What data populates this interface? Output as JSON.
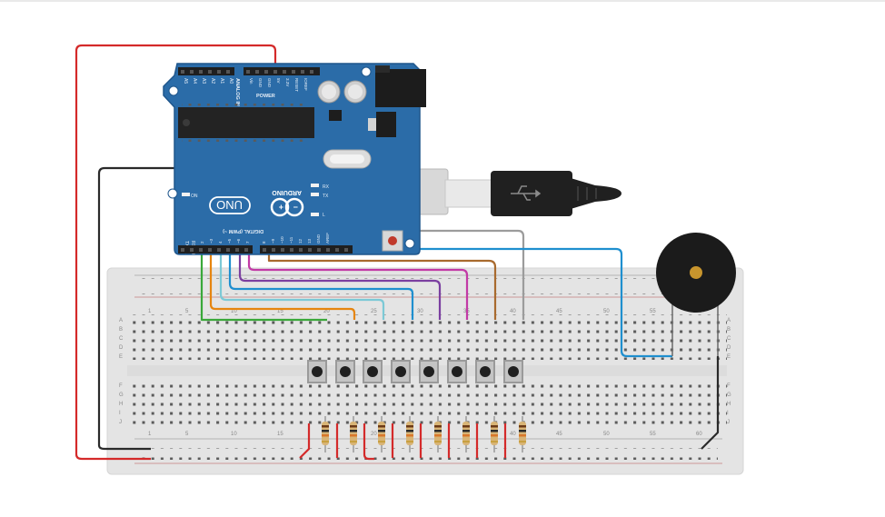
{
  "arduino": {
    "brand": "ARDUINO",
    "model": "UNO",
    "logo_text": "UNO",
    "analog_label": "ANALOG IN",
    "power_label": "POWER",
    "digital_label": "DIGITAL (PWM ~)",
    "analog_pins": [
      "A5",
      "A4",
      "A3",
      "A2",
      "A1",
      "A0"
    ],
    "power_pins": [
      "Vin",
      "GND",
      "GND",
      "5V",
      "3.3V",
      "RESET",
      "IOREF"
    ],
    "led_labels": [
      "RX",
      "TX",
      "L"
    ],
    "on_label": "ON",
    "tx_label": "TX ▸ 1",
    "rx_label": "RX ◂ 0",
    "digital_pins_low": [
      "7",
      "~6",
      "~5",
      "4",
      "~3",
      "2"
    ],
    "digital_pins_high": [
      "8",
      "~9",
      "~10",
      "~11",
      "12",
      "13",
      "GND",
      "AREF"
    ],
    "colors": {
      "board": "#2b6ca8",
      "board_edge": "#1f568c"
    }
  },
  "breadboard": {
    "column_numbers": [
      "1",
      "5",
      "10",
      "15",
      "20",
      "25",
      "30",
      "35",
      "40",
      "45",
      "50",
      "55",
      "60"
    ],
    "row_letters_top": [
      "A",
      "B",
      "C",
      "D",
      "E"
    ],
    "row_letters_bottom": [
      "F",
      "G",
      "H",
      "I",
      "J"
    ],
    "colors": {
      "body": "#e4e4e4",
      "hole": "#5a5a5a"
    }
  },
  "components": {
    "push_buttons": 8,
    "resistors": 8,
    "buzzer": 1,
    "usb_cable": 1
  },
  "wire_colors": {
    "red": "#d42a2a",
    "black": "#2a2a2a",
    "green": "#3aa83a",
    "orange": "#e6850f",
    "light_blue": "#7cc9d6",
    "blue": "#1f8fcf",
    "purple": "#7b3fa0",
    "magenta": "#c23aa6",
    "brown": "#a86a2e",
    "gray": "#9c9c9c"
  }
}
